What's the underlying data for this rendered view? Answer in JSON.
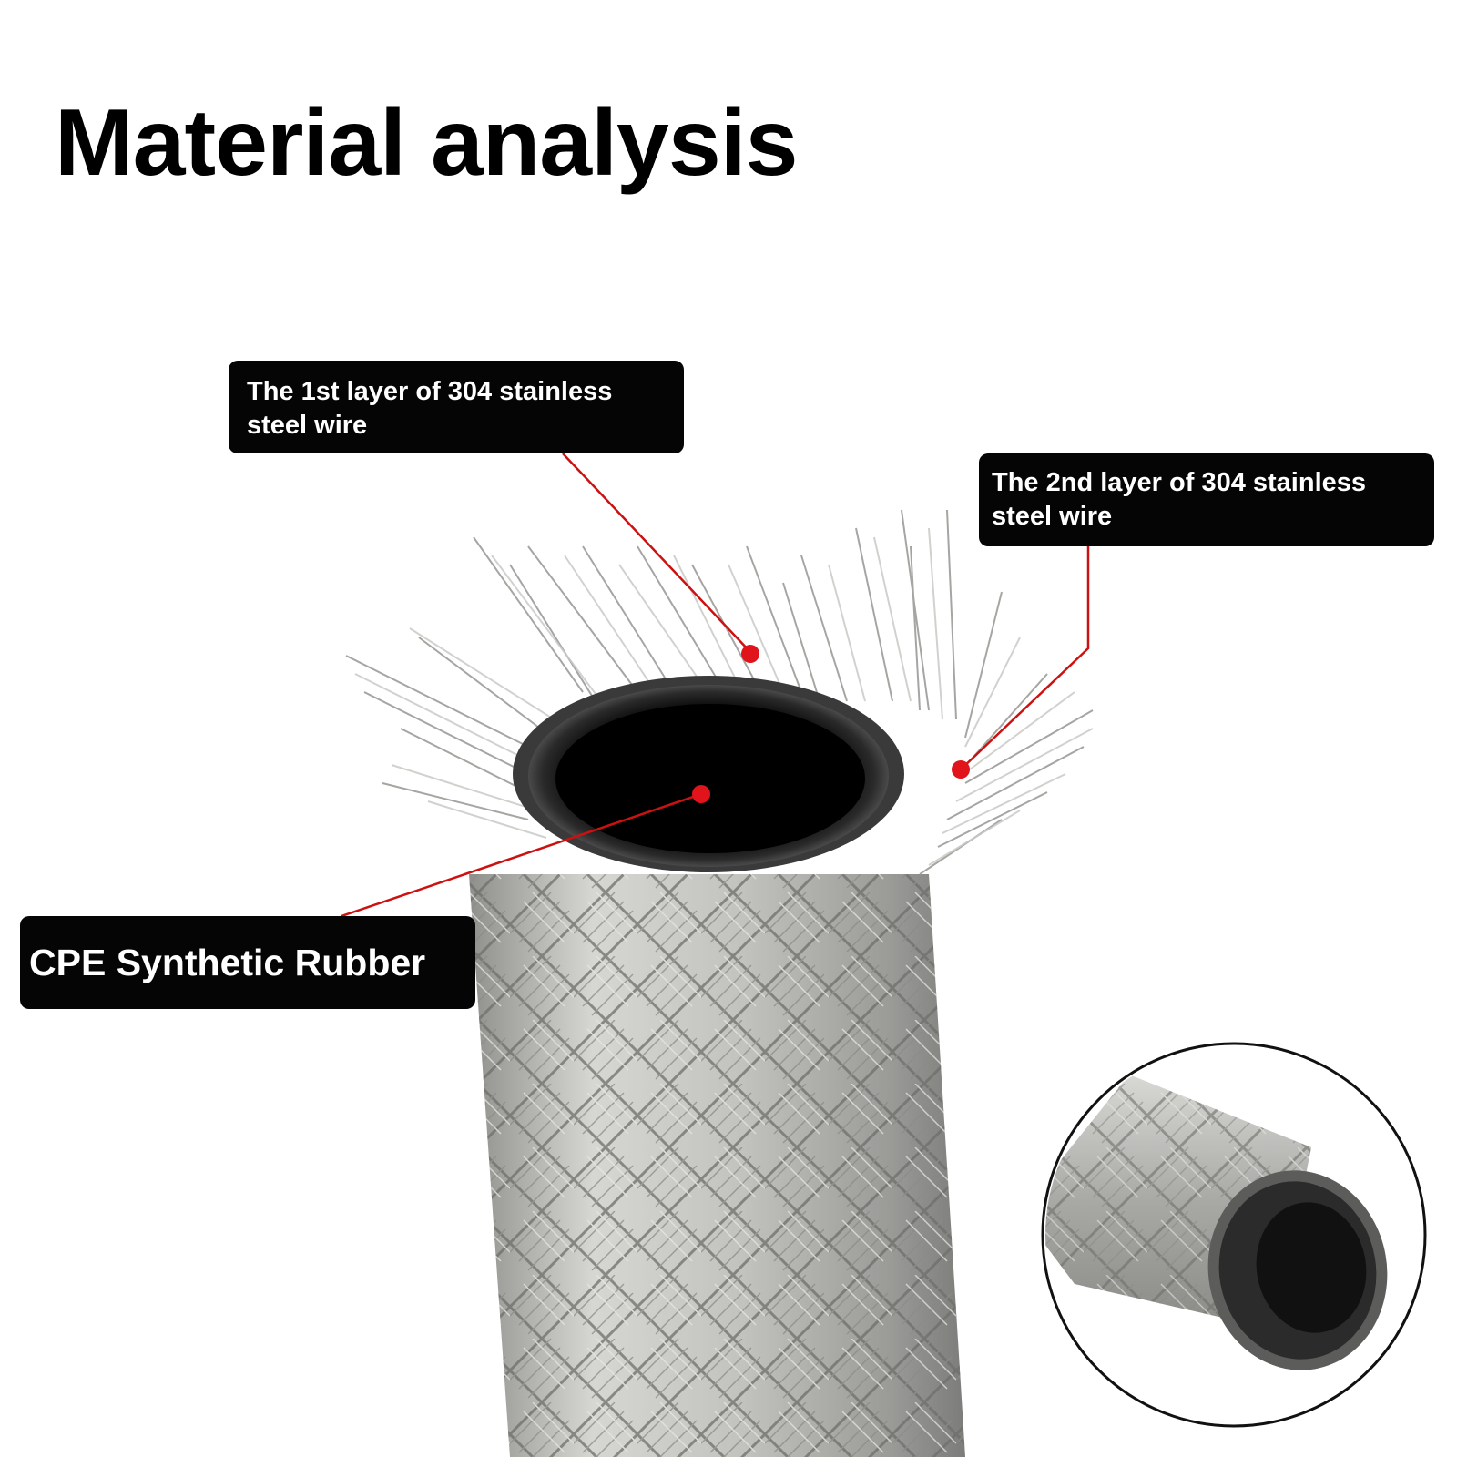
{
  "title": "Material analysis",
  "callouts": {
    "layer1": {
      "line1": "The 1st layer of 304 stainless",
      "line2": "steel wire"
    },
    "layer2": {
      "line1": "The 2nd layer of 304 stainless",
      "line2": "steel wire"
    },
    "rubber": {
      "text": "CPE Synthetic Rubber"
    }
  },
  "colors": {
    "callout_bg": "#050505",
    "leader": "#cc1111",
    "steel": "#b7b7b4",
    "rubber": "#0a0a0a"
  }
}
